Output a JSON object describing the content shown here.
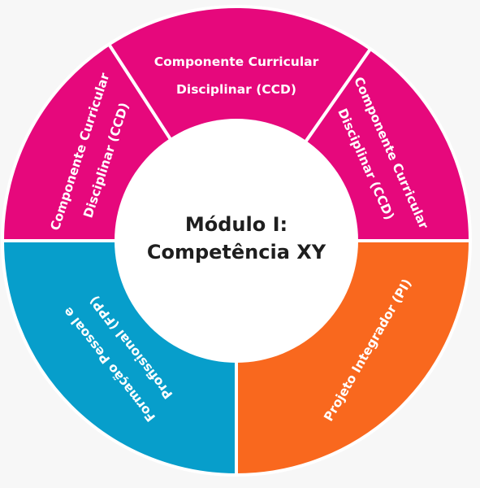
{
  "center": {
    "line1": "Módulo I:",
    "line2": "Competência XY"
  },
  "segments": [
    {
      "id": "ccd-left",
      "line1": "Componente Curricular",
      "line2": "Disciplinar (CCD)",
      "color": "#e6087c"
    },
    {
      "id": "ccd-top",
      "line1": "Componente Curricular",
      "line2": "Disciplinar (CCD)",
      "color": "#e6087c"
    },
    {
      "id": "ccd-right",
      "line1": "Componente Curricular",
      "line2": "Disciplinar (CCD)",
      "color": "#e6087c"
    },
    {
      "id": "pi",
      "line1": "Projeto Integrador (PI)",
      "line2": "",
      "color": "#f9681e"
    },
    {
      "id": "fpp",
      "line1": "Formação Pessoal e",
      "line2": "Profissional (FPP)",
      "color": "#079ecb"
    }
  ],
  "colors": {
    "center_fill": "#ffffff",
    "separator": "#ffffff",
    "background": "#f7f7f7"
  }
}
